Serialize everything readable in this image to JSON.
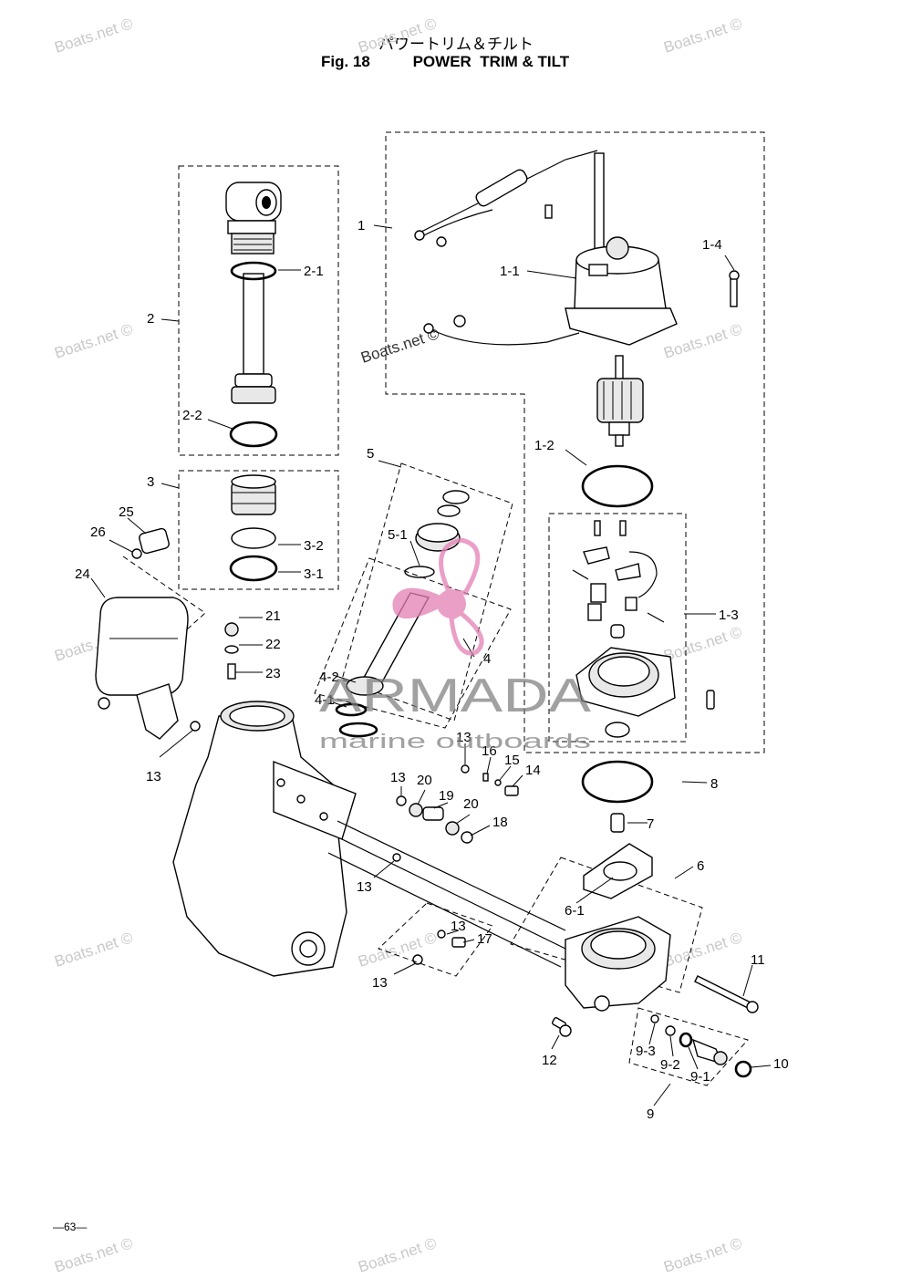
{
  "header": {
    "title_jp": "パワートリム＆チルト",
    "fig_label": "Fig. 18",
    "title_en": "POWER  TRIM & TILT"
  },
  "page_number": "63",
  "watermark": {
    "text": "Boats.net ©",
    "overlay_brand": "ARMADA",
    "overlay_tagline": "marine outboards",
    "overlay_color": "#e47fb5"
  },
  "callouts": {
    "c1": "1",
    "c1_1": "1-1",
    "c1_2": "1-2",
    "c1_3": "1-3",
    "c1_4": "1-4",
    "c2": "2",
    "c2_1": "2-1",
    "c2_2": "2-2",
    "c3": "3",
    "c3_1": "3-1",
    "c3_2": "3-2",
    "c4": "4",
    "c4_1": "4-1",
    "c4_2": "4-2",
    "c5": "5",
    "c5_1": "5-1",
    "c6": "6",
    "c6_1": "6-1",
    "c7": "7",
    "c8": "8",
    "c9": "9",
    "c9_1": "9-1",
    "c9_2": "9-2",
    "c9_3": "9-3",
    "c10": "10",
    "c11": "11",
    "c12": "12",
    "c13a": "13",
    "c13b": "13",
    "c13c": "13",
    "c13d": "13",
    "c13e": "13",
    "c13f": "13",
    "c14": "14",
    "c15": "15",
    "c16": "16",
    "c17": "17",
    "c18": "18",
    "c19": "19",
    "c20a": "20",
    "c20b": "20",
    "c21": "21",
    "c22": "22",
    "c23": "23",
    "c24": "24",
    "c25": "25",
    "c26": "26"
  }
}
